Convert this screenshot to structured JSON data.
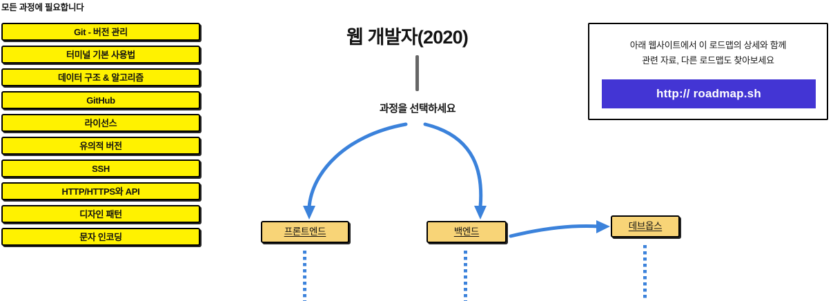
{
  "sidebar": {
    "header": "모든 과정에 필요합니다",
    "items": [
      {
        "label": "Git - 버전 관리"
      },
      {
        "label": "터미널 기본 사용법"
      },
      {
        "label": "데이터 구조 & 알고리즘"
      },
      {
        "label": "GitHub"
      },
      {
        "label": "라이선스"
      },
      {
        "label": "유의적 버전"
      },
      {
        "label": "SSH"
      },
      {
        "label": "HTTP/HTTPS와 API"
      },
      {
        "label": "디자인 패턴"
      },
      {
        "label": "문자 인코딩"
      }
    ]
  },
  "main": {
    "title": "웹 개발자(2020)",
    "choose_label": "과정을 선택하세요",
    "nodes": [
      {
        "label": "프론트엔드"
      },
      {
        "label": "백엔드"
      },
      {
        "label": "데브옵스"
      }
    ]
  },
  "info_panel": {
    "line1": "아래 웹사이트에서 이 로드맵의 상세와 함께",
    "line2": "관련 자료, 다른 로드맵도 찾아보세요",
    "url_label": "http:// roadmap.sh"
  },
  "colors": {
    "sidebar_item_fill": "#FFF200",
    "node_fill": "#F8D477",
    "arrow_blue": "#3B82DB",
    "url_button": "#4335D4",
    "connector_gray": "#666666",
    "outline": "#000000"
  }
}
